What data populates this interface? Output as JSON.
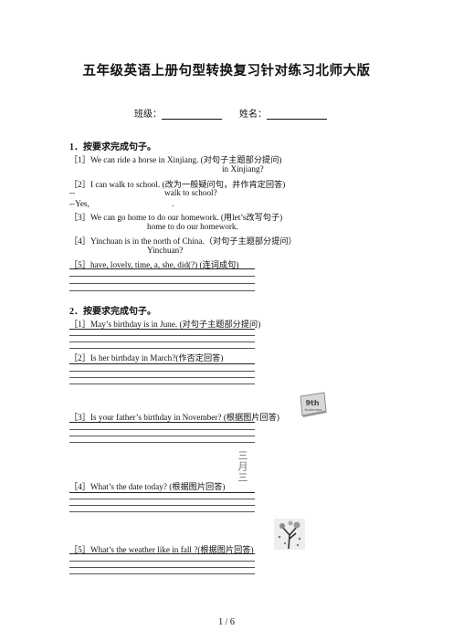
{
  "title": "五年级英语上册句型转换复习针对练习北师大版",
  "class_label": "班级：",
  "name_label": "姓名：",
  "sections": [
    {
      "heading": "1．按要求完成句子。",
      "items": [
        {
          "q": "［1］We can ride a horse in Xinjiang. (对句子主题部分提问)",
          "a1": "in Xinjiang?"
        },
        {
          "q": "［2］I can walk to school.   (改为一般疑问句，并作肯定回答)",
          "a1": "--",
          "a2": "walk to school?",
          "a3": "--Yes,",
          "a4": "."
        },
        {
          "q": "［3］We can go home to do our homework. (用let’s改写句子)",
          "a1": "home to do our homework."
        },
        {
          "q": "［4］Yinchuan is in the north of China.（对句子主题部分提问）",
          "a1": "Yinchuan?"
        },
        {
          "q": "［5］have, lovely, time, a, she, did(?) (连词成句)"
        }
      ]
    },
    {
      "heading": "2．按要求完成句子。",
      "items": [
        {
          "q": "［1］May’s birthday is in June. (对句子主题部分提问)"
        },
        {
          "q": "［2］Is her birthday in March?(作否定回答)"
        },
        {
          "q": "［3］Is your father’s birthday in November? (根据图片回答)"
        },
        {
          "q": "［4］What’s the date today? (根据图片回答)"
        },
        {
          "q": "［5］What’s the weather like in fall ?(根据图片回答)"
        }
      ]
    }
  ],
  "images": {
    "calendar_text": "9th",
    "calendar_month": "September",
    "moon_glyph": "三月三",
    "tree_icon": "autumn-tree-icon"
  },
  "footer": "1  /  6"
}
